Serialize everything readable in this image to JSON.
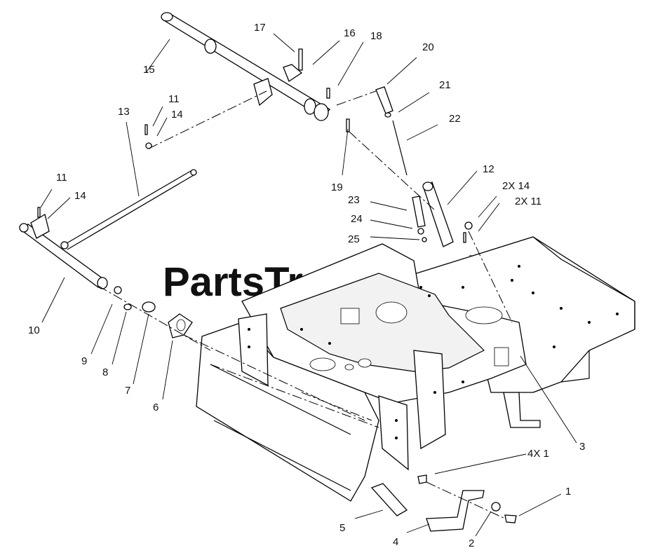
{
  "watermark": {
    "text": "PartsTree",
    "trademark": "™"
  },
  "callouts": [
    "1",
    "2",
    "3",
    "4",
    "5",
    "6",
    "7",
    "8",
    "9",
    "10",
    "11",
    "12",
    "13",
    "14",
    "15",
    "16",
    "17",
    "18",
    "19",
    "20",
    "21",
    "22",
    "23",
    "24",
    "25",
    "11",
    "14",
    "2X 14",
    "2X 11",
    "4X 1"
  ]
}
